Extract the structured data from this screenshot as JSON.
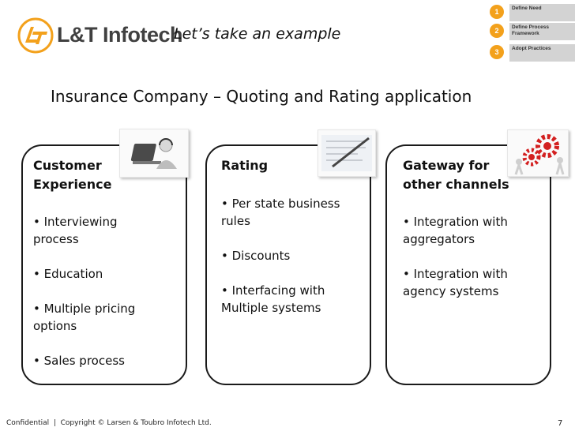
{
  "logo": {
    "text": "L&T Infotech"
  },
  "title": "Let’s take an example",
  "steps": [
    {
      "num": "1",
      "label": "Define Need"
    },
    {
      "num": "2",
      "label": "Define Process Framework"
    },
    {
      "num": "3",
      "label": "Adopt Practices"
    }
  ],
  "subtitle": "Insurance Company – Quoting and Rating application",
  "cards": [
    {
      "heading_line1": "Customer",
      "heading_line2": "Experience",
      "items": [
        "• Interviewing process",
        "• Education",
        "• Multiple pricing options",
        "• Sales process"
      ]
    },
    {
      "heading_line1": "Rating",
      "heading_line2": "",
      "items": [
        "• Per state business rules",
        "• Discounts",
        "• Interfacing with Multiple systems"
      ]
    },
    {
      "heading_line1": "Gateway for",
      "heading_line2": "other channels",
      "items": [
        "• Integration with aggregators",
        "• Integration with agency systems"
      ]
    }
  ],
  "footer": "Confidential  |  Copyright © Larsen & Toubro Infotech Ltd.",
  "page_number": "7",
  "colors": {
    "accent": "#f3a11c",
    "logo_gray": "#404040",
    "gear_red": "#d32020"
  }
}
